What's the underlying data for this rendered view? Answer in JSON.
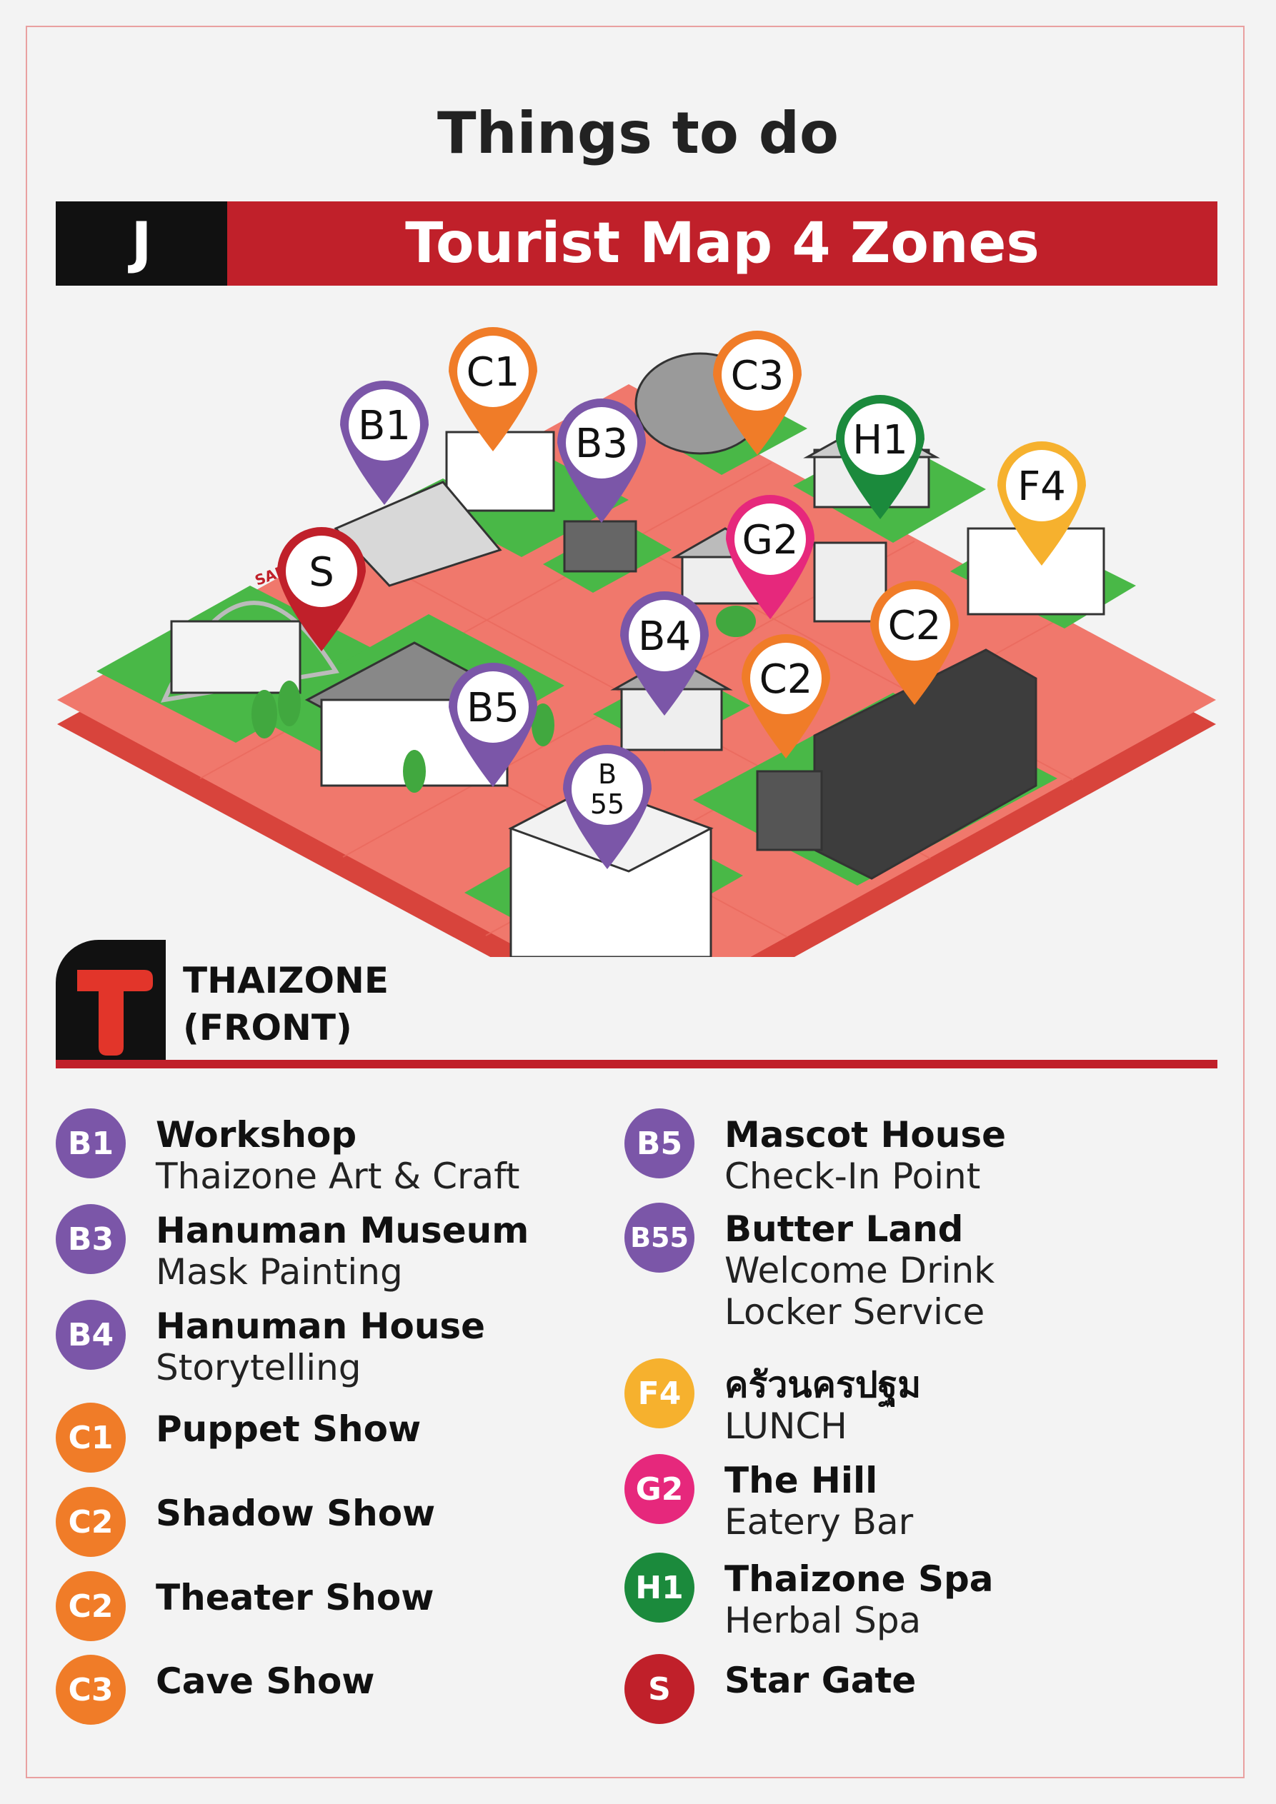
{
  "page_title": "Things to do",
  "zone_bar": {
    "letter": "J",
    "title": "Tourist Map  4 Zones"
  },
  "map": {
    "building_sign": "SALAYA",
    "pins": [
      {
        "id": "C1",
        "label": "C1",
        "color": "#f07c28"
      },
      {
        "id": "C3",
        "label": "C3",
        "color": "#f07c28"
      },
      {
        "id": "B1",
        "label": "B1",
        "color": "#7b56a8"
      },
      {
        "id": "B3",
        "label": "B3",
        "color": "#7b56a8"
      },
      {
        "id": "H1",
        "label": "H1",
        "color": "#1b8a3c"
      },
      {
        "id": "F4",
        "label": "F4",
        "color": "#f6b12e"
      },
      {
        "id": "S",
        "label": "S",
        "color": "#c0202a"
      },
      {
        "id": "G2",
        "label": "G2",
        "color": "#e6287c"
      },
      {
        "id": "B4",
        "label": "B4",
        "color": "#7b56a8"
      },
      {
        "id": "C2a",
        "label": "C2",
        "color": "#f07c28"
      },
      {
        "id": "C2b",
        "label": "C2",
        "color": "#f07c28"
      },
      {
        "id": "B5",
        "label": "B5",
        "color": "#7b56a8"
      },
      {
        "id": "B55",
        "label": "B\n55",
        "color": "#7b56a8"
      }
    ]
  },
  "zone": {
    "logo_letter": "T",
    "name_line1": "THAIZONE",
    "name_line2": "(FRONT)"
  },
  "colors": {
    "purple": "#7b56a8",
    "orange": "#f07c28",
    "yellow": "#f6b12e",
    "pink": "#e6287c",
    "green": "#1b8a3c",
    "red": "#c0202a"
  },
  "legend_left": [
    {
      "badge": "B1",
      "color": "#7b56a8",
      "name": "Workshop",
      "sub": [
        "Thaizone Art & Craft"
      ]
    },
    {
      "badge": "B3",
      "color": "#7b56a8",
      "name": "Hanuman Museum",
      "sub": [
        "Mask Painting"
      ]
    },
    {
      "badge": "B4",
      "color": "#7b56a8",
      "name": "Hanuman House",
      "sub": [
        "Storytelling"
      ]
    },
    {
      "badge": "C1",
      "color": "#f07c28",
      "name": "Puppet Show",
      "sub": []
    },
    {
      "badge": "C2",
      "color": "#f07c28",
      "name": "Shadow Show",
      "sub": []
    },
    {
      "badge": "C2",
      "color": "#f07c28",
      "name": "Theater Show",
      "sub": []
    },
    {
      "badge": "C3",
      "color": "#f07c28",
      "name": "Cave Show",
      "sub": []
    }
  ],
  "legend_right": [
    {
      "badge": "B5",
      "color": "#7b56a8",
      "name": "Mascot House",
      "sub": [
        "Check-In Point"
      ]
    },
    {
      "badge": "B55",
      "color": "#7b56a8",
      "name": "Butter Land",
      "sub": [
        "Welcome Drink",
        "Locker Service"
      ]
    },
    {
      "badge": "F4",
      "color": "#f6b12e",
      "name": "ครัวนครปฐม",
      "sub": [
        "LUNCH"
      ]
    },
    {
      "badge": "G2",
      "color": "#e6287c",
      "name": "The Hill",
      "sub": [
        "Eatery Bar"
      ]
    },
    {
      "badge": "H1",
      "color": "#1b8a3c",
      "name": "Thaizone Spa",
      "sub": [
        "Herbal Spa"
      ]
    },
    {
      "badge": "S",
      "color": "#c0202a",
      "name": "Star Gate",
      "sub": []
    }
  ]
}
